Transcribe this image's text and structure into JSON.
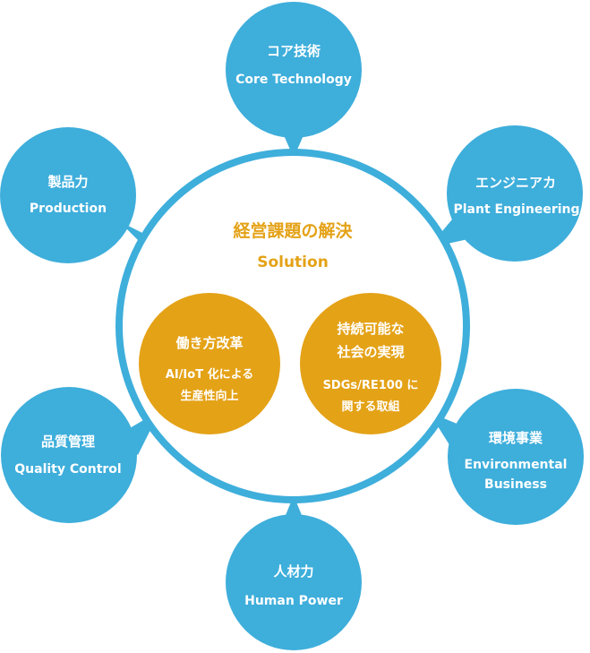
{
  "colors": {
    "blue": "#3eaedb",
    "gold": "#e4a217",
    "white": "#ffffff"
  },
  "center": {
    "title": "経営課題の解決",
    "subtitle": "Solution"
  },
  "core_items": [
    {
      "title_lines": [
        "働き方改革"
      ],
      "sub_lines": [
        "AI/IoT 化による",
        "生産性向上"
      ]
    },
    {
      "title_lines": [
        "持続可能な",
        "社会の実現"
      ],
      "sub_lines": [
        "SDGs/RE100 に",
        "関する取組"
      ]
    }
  ],
  "satellites": [
    {
      "ja": "コア技術",
      "en_lines": [
        "Core Technology"
      ]
    },
    {
      "ja": "エンジニアカ",
      "en_lines": [
        "Plant  Engineering"
      ]
    },
    {
      "ja": "環境事業",
      "en_lines": [
        "Environmental",
        "Business"
      ]
    },
    {
      "ja": "人材力",
      "en_lines": [
        "Human  Power"
      ]
    },
    {
      "ja": "品質管理",
      "en_lines": [
        "Quality  Control"
      ]
    },
    {
      "ja": "製品力",
      "en_lines": [
        "Production"
      ]
    }
  ]
}
